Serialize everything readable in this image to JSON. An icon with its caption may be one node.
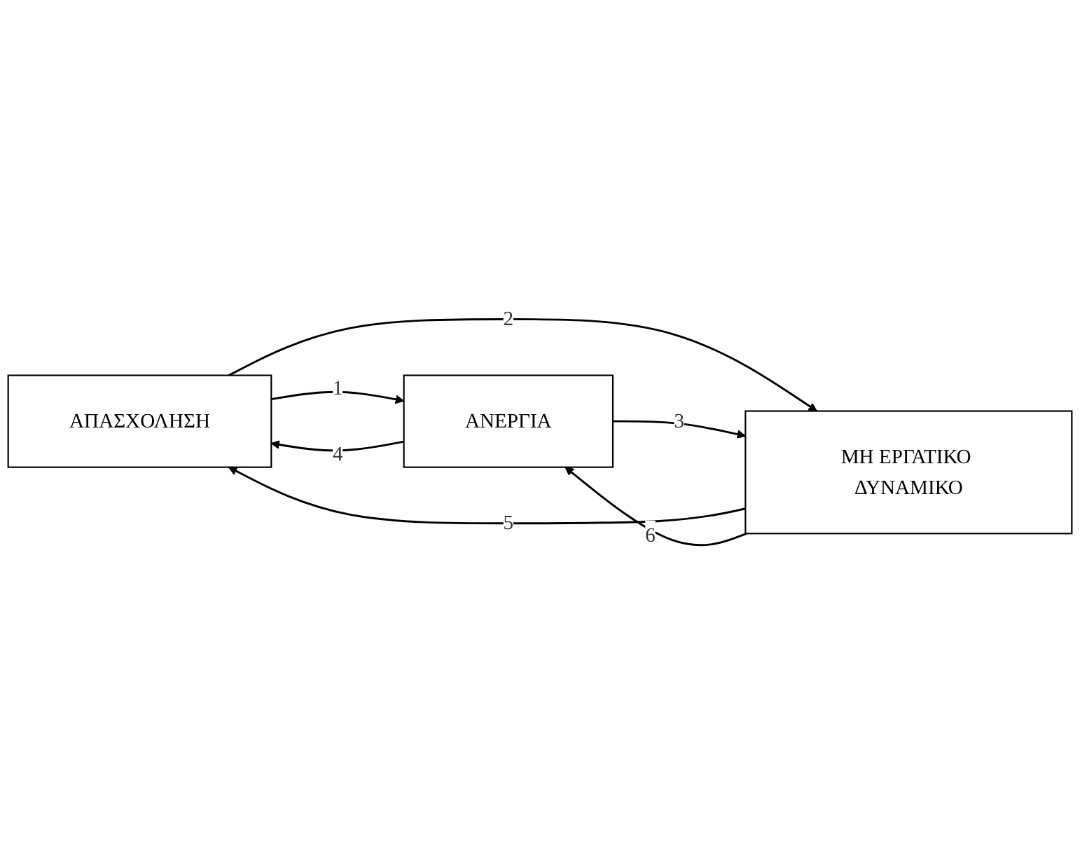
{
  "diagram": {
    "nodes": [
      {
        "text": [
          "ΑΠΑΣΧΟΛΗΣΗ"
        ]
      },
      {
        "text": [
          "ΑΝΕΡΓΙΑ"
        ]
      },
      {
        "text": [
          "ΜΗ ΕΡΓΑΤΙΚΟ ΔΥΝΑΜΙΚΟ"
        ]
      }
    ],
    "edges": [
      {
        "from": 0,
        "to": 1,
        "arrow": "to",
        "label": "1"
      },
      {
        "from": 0,
        "to": 2,
        "arrow": "to",
        "label": "2"
      },
      {
        "from": 1,
        "to": 2,
        "arrow": "to",
        "label": "3"
      },
      {
        "from": 1,
        "to": 0,
        "arrow": "to",
        "label": "4"
      },
      {
        "from": 2,
        "to": 0,
        "arrow": "to",
        "label": "5"
      },
      {
        "from": 2,
        "to": 1,
        "arrow": "to",
        "label": "6"
      }
    ]
  }
}
